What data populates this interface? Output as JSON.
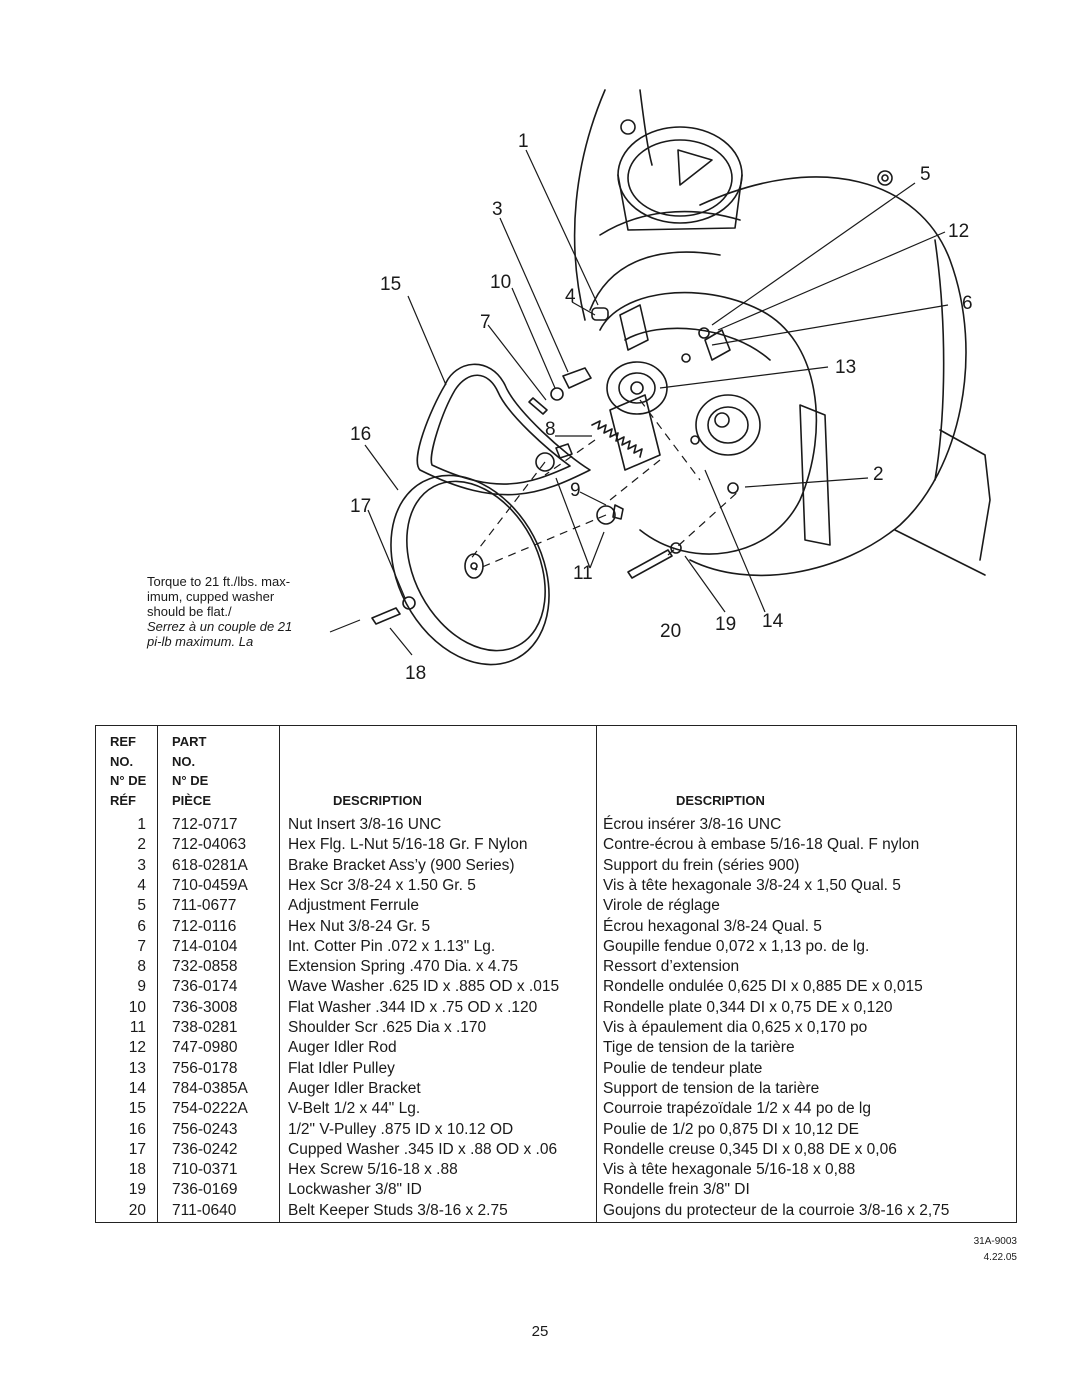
{
  "callouts": {
    "c1": "1",
    "c2": "2",
    "c3": "3",
    "c4": "4",
    "c5": "5",
    "c6": "6",
    "c7": "7",
    "c8": "8",
    "c9": "9",
    "c10": "10",
    "c11": "11",
    "c12": "12",
    "c13": "13",
    "c14": "14",
    "c15": "15",
    "c16": "16",
    "c17": "17",
    "c18": "18",
    "c19": "19",
    "c20": "20"
  },
  "torque_note": {
    "en": [
      "Torque to 21 ft./lbs. max-",
      "imum, cupped washer",
      "should be flat./"
    ],
    "fr": [
      "Serrez à un couple de 21",
      "pi-lb maximum. La"
    ]
  },
  "table": {
    "headers": {
      "ref": [
        "REF",
        "NO.",
        "N° DE",
        "RÉF"
      ],
      "part": [
        "PART",
        "NO.",
        "N° DE",
        "PIÈCE"
      ],
      "desc_en": "DESCRIPTION",
      "desc_fr": "DESCRIPTION"
    },
    "rows": [
      {
        "ref": "1",
        "part": "712-0717",
        "en": "Nut Insert 3/8-16 UNC",
        "fr": "Écrou insérer 3/8-16 UNC"
      },
      {
        "ref": "2",
        "part": "712-04063",
        "en": "Hex Flg. L-Nut 5/16-18 Gr. F Nylon",
        "fr": "Contre-écrou à embase  5/16-18 Qual. F nylon"
      },
      {
        "ref": "3",
        "part": "618-0281A",
        "en": "Brake Bracket Ass’y (900 Series)",
        "fr": "Support du frein (séries 900)"
      },
      {
        "ref": "4",
        "part": "710-0459A",
        "en": "Hex Scr 3/8-24 x 1.50 Gr. 5",
        "fr": "Vis à tête hexagonale 3/8-24 x 1,50 Qual. 5"
      },
      {
        "ref": "5",
        "part": "711-0677",
        "en": "Adjustment Ferrule",
        "fr": "Virole de réglage"
      },
      {
        "ref": "6",
        "part": "712-0116",
        "en": "Hex Nut 3/8-24 Gr. 5",
        "fr": "Écrou hexagonal 3/8-24 Qual. 5"
      },
      {
        "ref": "7",
        "part": "714-0104",
        "en": "Int. Cotter Pin .072 x 1.13\" Lg.",
        "fr": "Goupille fendue 0,072 x 1,13 po. de lg."
      },
      {
        "ref": "8",
        "part": "732-0858",
        "en": "Extension Spring .470 Dia. x 4.75",
        "fr": "Ressort d’extension"
      },
      {
        "ref": "9",
        "part": "736-0174",
        "en": "Wave Washer .625 ID x .885 OD x .015",
        "fr": "Rondelle ondulée 0,625 DI x 0,885 DE x 0,015"
      },
      {
        "ref": "10",
        "part": "736-3008",
        "en": "Flat Washer .344 ID x .75 OD x .120",
        "fr": "Rondelle plate 0,344 DI x 0,75 DE x 0,120"
      },
      {
        "ref": "11",
        "part": "738-0281",
        "en": "Shoulder Scr .625 Dia x .170",
        "fr": "Vis à épaulement dia 0,625 x 0,170 po"
      },
      {
        "ref": "12",
        "part": "747-0980",
        "en": "Auger Idler Rod",
        "fr": "Tige de tension de la tarière"
      },
      {
        "ref": "13",
        "part": "756-0178",
        "en": "Flat Idler Pulley",
        "fr": "Poulie de tendeur plate"
      },
      {
        "ref": "14",
        "part": "784-0385A",
        "en": "Auger Idler Bracket",
        "fr": "Support de tension de la tarière"
      },
      {
        "ref": "15",
        "part": "754-0222A",
        "en": "V-Belt 1/2 x 44\" Lg.",
        "fr": "Courroie trapézoïdale 1/2 x 44 po de lg"
      },
      {
        "ref": "16",
        "part": "756-0243",
        "en": "1/2\" V-Pulley .875 ID x 10.12 OD",
        "fr": "Poulie de 1/2 po 0,875 DI x 10,12 DE"
      },
      {
        "ref": "17",
        "part": "736-0242",
        "en": "Cupped Washer .345 ID x .88 OD x .06",
        "fr": "Rondelle creuse 0,345 DI x 0,88 DE x 0,06"
      },
      {
        "ref": "18",
        "part": "710-0371",
        "en": "Hex Screw 5/16-18 x .88",
        "fr": "Vis à tête hexagonale 5/16-18 x 0,88"
      },
      {
        "ref": "19",
        "part": "736-0169",
        "en": "Lockwasher 3/8\" ID",
        "fr": "Rondelle frein 3/8\" DI"
      },
      {
        "ref": "20",
        "part": "711-0640",
        "en": "Belt Keeper Studs 3/8-16 x 2.75",
        "fr": "Goujons du protecteur de la courroie 3/8-16 x 2,75"
      }
    ]
  },
  "doc_code": "31A-9003",
  "doc_date": "4.22.05",
  "page_number": "25"
}
